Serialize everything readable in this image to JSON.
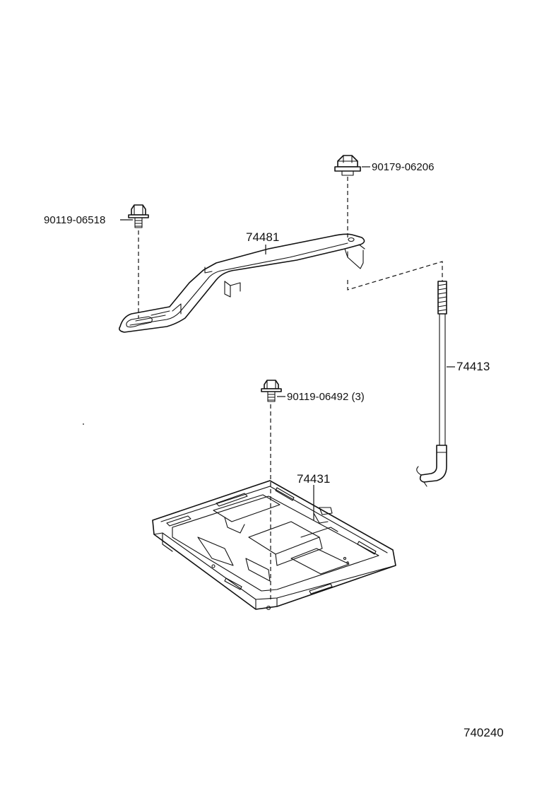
{
  "parts": {
    "nut_top": "90179-06206",
    "bolt_left": "90119-06518",
    "clamp": "74481",
    "rod": "74413",
    "bolt_tray": "90119-06492 (3)",
    "tray": "74431"
  },
  "diagram_code": "740240"
}
